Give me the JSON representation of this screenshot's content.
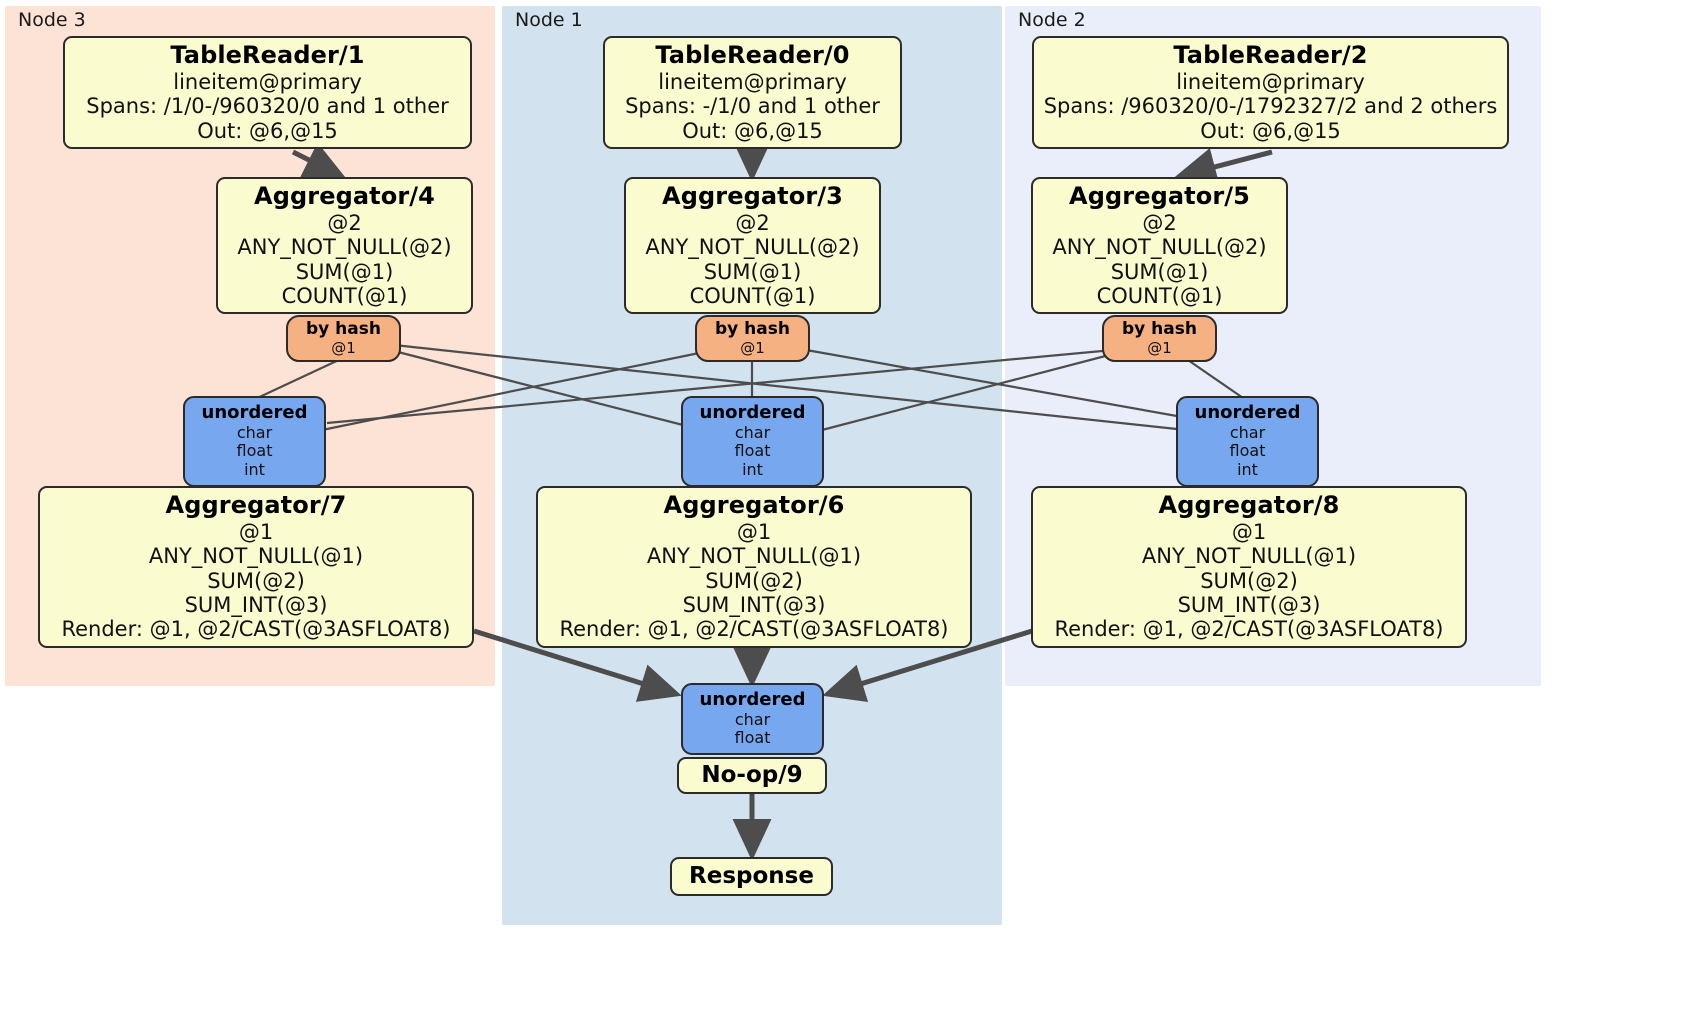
{
  "diagram": {
    "type": "distributed-query-plan",
    "colors": {
      "node3_panel": "#fce3d5",
      "node1_panel": "#d2e2ee",
      "node2_panel": "#e9eefa",
      "processor": "#fbfbd0",
      "router": "#f6b183",
      "receiver": "#76a7ef",
      "edge": "#4d4d4d",
      "border": "#2b2b2b"
    }
  },
  "panels": [
    {
      "label": "Node 3"
    },
    {
      "label": "Node 1"
    },
    {
      "label": "Node 2"
    }
  ],
  "nodes": {
    "tablereader_1": {
      "title": "TableReader/1",
      "lines": [
        "lineitem@primary",
        "Spans: /1/0-/960320/0 and 1 other",
        "Out: @6,@15"
      ]
    },
    "tablereader_0": {
      "title": "TableReader/0",
      "lines": [
        "lineitem@primary",
        "Spans: -/1/0 and 1 other",
        "Out: @6,@15"
      ]
    },
    "tablereader_2": {
      "title": "TableReader/2",
      "lines": [
        "lineitem@primary",
        "Spans: /960320/0-/1792327/2 and 2 others",
        "Out: @6,@15"
      ]
    },
    "aggregator_4": {
      "title": "Aggregator/4",
      "lines": [
        "@2",
        "ANY_NOT_NULL(@2)",
        "SUM(@1)",
        "COUNT(@1)"
      ]
    },
    "aggregator_3": {
      "title": "Aggregator/3",
      "lines": [
        "@2",
        "ANY_NOT_NULL(@2)",
        "SUM(@1)",
        "COUNT(@1)"
      ]
    },
    "aggregator_5": {
      "title": "Aggregator/5",
      "lines": [
        "@2",
        "ANY_NOT_NULL(@2)",
        "SUM(@1)",
        "COUNT(@1)"
      ]
    },
    "router_left": {
      "title": "by hash",
      "lines": [
        "@1"
      ]
    },
    "router_middle": {
      "title": "by hash",
      "lines": [
        "@1"
      ]
    },
    "router_right": {
      "title": "by hash",
      "lines": [
        "@1"
      ]
    },
    "receiver_left": {
      "title": "unordered",
      "lines": [
        "char",
        "float",
        "int"
      ]
    },
    "receiver_middle": {
      "title": "unordered",
      "lines": [
        "char",
        "float",
        "int"
      ]
    },
    "receiver_right": {
      "title": "unordered",
      "lines": [
        "char",
        "float",
        "int"
      ]
    },
    "aggregator_7": {
      "title": "Aggregator/7",
      "lines": [
        "@1",
        "ANY_NOT_NULL(@1)",
        "SUM(@2)",
        "SUM_INT(@3)",
        "Render: @1, @2/CAST(@3ASFLOAT8)"
      ]
    },
    "aggregator_6": {
      "title": "Aggregator/6",
      "lines": [
        "@1",
        "ANY_NOT_NULL(@1)",
        "SUM(@2)",
        "SUM_INT(@3)",
        "Render: @1, @2/CAST(@3ASFLOAT8)"
      ]
    },
    "aggregator_8": {
      "title": "Aggregator/8",
      "lines": [
        "@1",
        "ANY_NOT_NULL(@1)",
        "SUM(@2)",
        "SUM_INT(@3)",
        "Render: @1, @2/CAST(@3ASFLOAT8)"
      ]
    },
    "receiver_final": {
      "title": "unordered",
      "lines": [
        "char",
        "float"
      ]
    },
    "noop_9": {
      "title": "No-op/9"
    },
    "response": {
      "title": "Response"
    }
  }
}
